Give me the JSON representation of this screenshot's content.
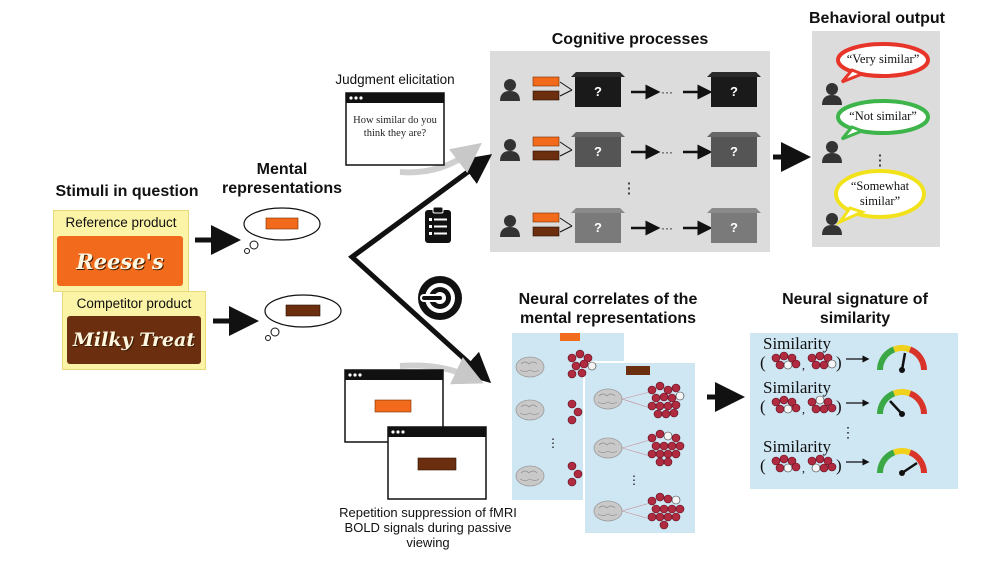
{
  "headers": {
    "stimuli": "Stimuli in question",
    "mental_representations": "Mental representations",
    "cognitive_processes": "Cognitive processes",
    "behavioral_output": "Behavioral output",
    "neural_correlates": "Neural correlates of the mental representations",
    "neural_signature": "Neural signature of similarity"
  },
  "stimuli": {
    "reference_label": "Reference product",
    "competitor_label": "Competitor product",
    "reference_brand": "Reese's",
    "competitor_brand": "Milky Treat"
  },
  "judgment": {
    "title": "Judgment elicitation",
    "question": "How similar do you think they are?"
  },
  "cognitive": {
    "box_mark": "?",
    "ellipsis_h": "···",
    "ellipsis_v": "⋮"
  },
  "behavioral": {
    "responses": [
      {
        "text": "“Very similar”",
        "color": "#e8352a"
      },
      {
        "text": "“Not similar”",
        "color": "#3db54a"
      },
      {
        "text": "“Somewhat similar”",
        "color": "#f2e21c"
      }
    ],
    "ellipsis": "⋮"
  },
  "fmri": {
    "caption": "Repetition suppression of fMRI BOLD signals during passive viewing"
  },
  "neural_signature": {
    "label": "Similarity",
    "ellipsis": "⋮"
  },
  "colors": {
    "gray_panel": "#dcdcdc",
    "blue_panel": "#cfe6f3",
    "yellow_box": "#fbf3a6",
    "reeses_orange": "#f26a1b",
    "milky_brown": "#6b2f10",
    "gauge_green": "#3aa845",
    "gauge_yellow": "#f0d11c",
    "gauge_red": "#d9342a",
    "voxel_red": "#a8223a"
  }
}
